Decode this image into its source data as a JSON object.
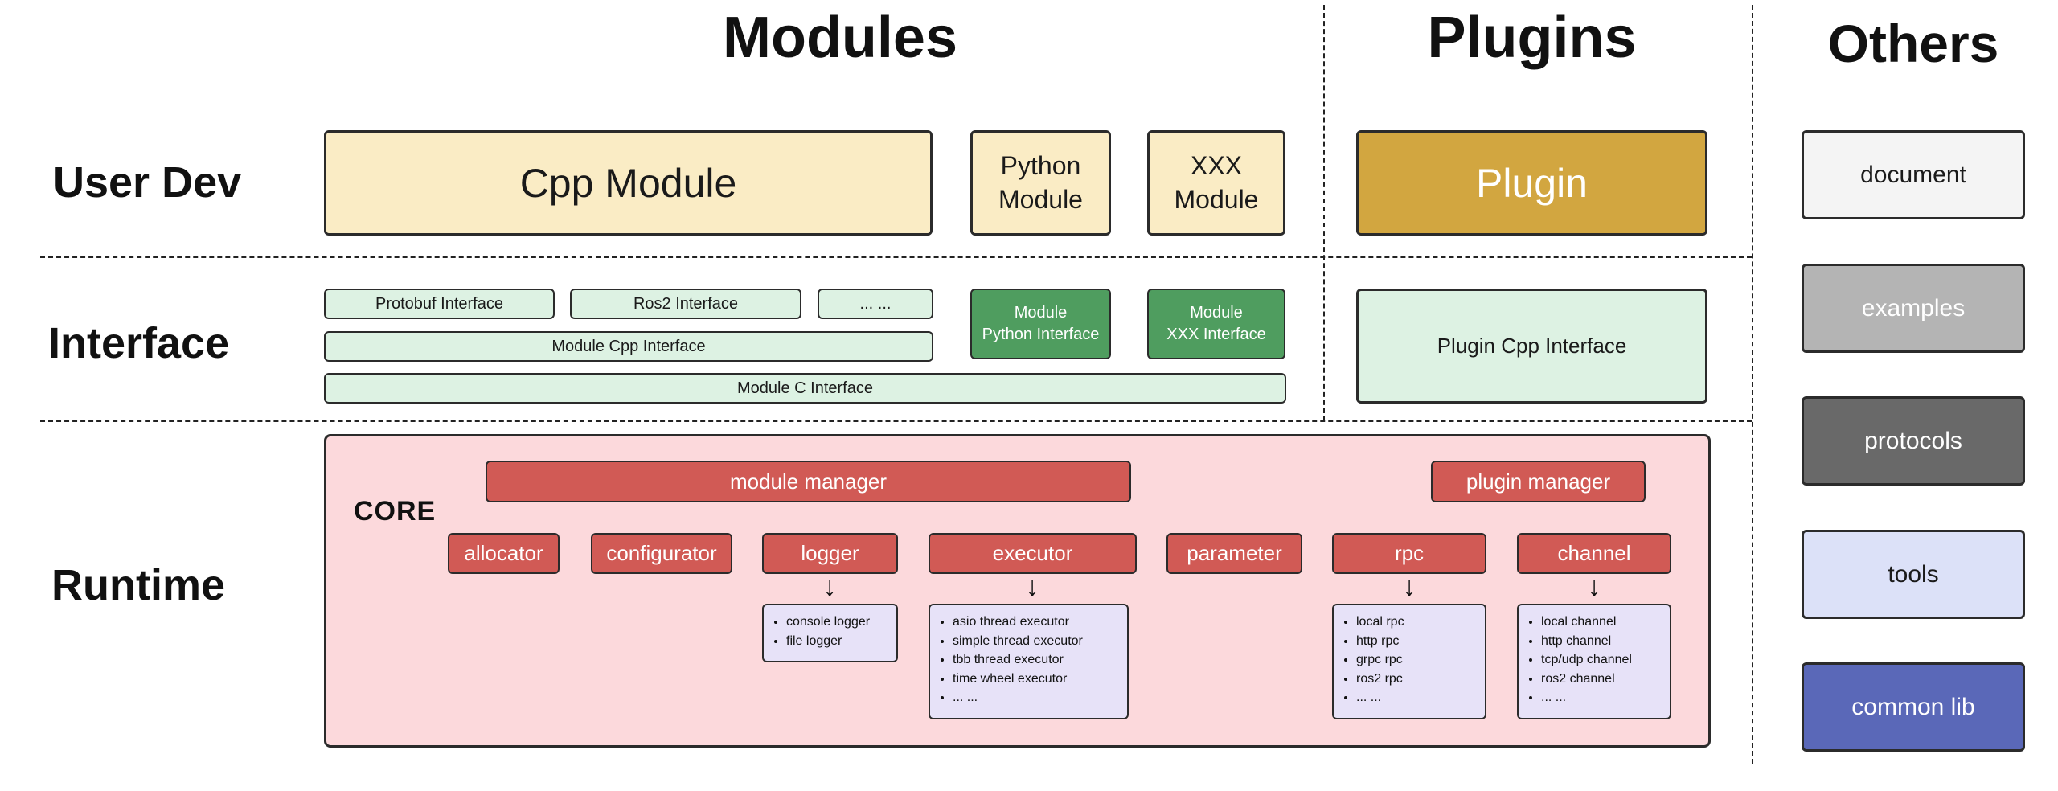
{
  "titles": {
    "modules": "Modules",
    "plugins": "Plugins",
    "others": "Others"
  },
  "row_labels": {
    "user_dev": "User Dev",
    "interface": "Interface",
    "runtime": "Runtime"
  },
  "user_dev": {
    "cpp_module": "Cpp Module",
    "python_module": "Python\nModule",
    "xxx_module": "XXX\nModule",
    "plugin": "Plugin"
  },
  "interface": {
    "protobuf": "Protobuf Interface",
    "ros2": "Ros2 Interface",
    "more": "... ...",
    "module_python": "Module\nPython Interface",
    "module_xxx": "Module\nXXX Interface",
    "module_cpp": "Module Cpp Interface",
    "module_c": "Module C Interface",
    "plugin_cpp": "Plugin Cpp Interface"
  },
  "runtime": {
    "core_label": "CORE",
    "module_manager": "module manager",
    "plugin_manager": "plugin manager",
    "components": {
      "allocator": "allocator",
      "configurator": "configurator",
      "logger": "logger",
      "executor": "executor",
      "parameter": "parameter",
      "rpc": "rpc",
      "channel": "channel"
    },
    "logger_impls": [
      "console logger",
      "file logger"
    ],
    "executor_impls": [
      "asio thread executor",
      "simple thread executor",
      "tbb thread executor",
      "time wheel executor",
      "... ..."
    ],
    "rpc_impls": [
      "local rpc",
      "http rpc",
      "grpc rpc",
      "ros2 rpc",
      "... ..."
    ],
    "channel_impls": [
      "local channel",
      "http channel",
      "tcp/udp channel",
      "ros2 channel",
      "... ..."
    ]
  },
  "others": {
    "document": "document",
    "examples": "examples",
    "protocols": "protocols",
    "tools": "tools",
    "common_lib": "common lib"
  },
  "icons": {
    "arrow_down": "↓"
  },
  "colors": {
    "module_box": "#faecc5",
    "plugin_box": "#d2a640",
    "interface_light": "#ddf2e3",
    "interface_dark": "#4f9d5f",
    "core_bg": "#fcd9dc",
    "component_red": "#d15a55",
    "impl_list_bg": "#e7e2f8",
    "others_document": "#f4f4f4",
    "others_examples": "#b4b4b4",
    "others_protocols": "#696969",
    "others_tools": "#dce1f8",
    "others_common_lib": "#5a68b8"
  }
}
